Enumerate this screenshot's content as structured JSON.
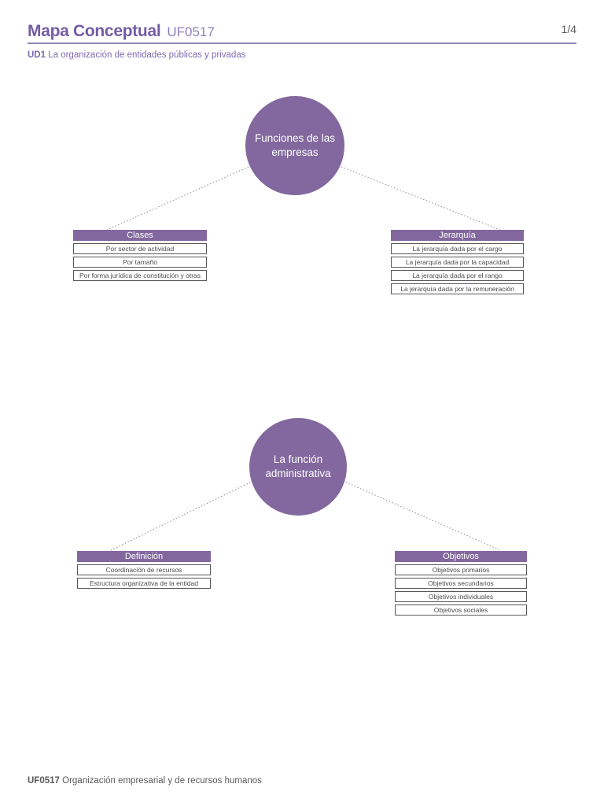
{
  "header": {
    "title": "Mapa Conceptual",
    "code": "UF0517",
    "page": "1/4"
  },
  "subtitle": {
    "prefix": "UD1",
    "text": "La organización de entidades públicas y privadas"
  },
  "diagrams": [
    {
      "circle": "Funciones de las\nempresas",
      "branches": [
        {
          "title": "Clases",
          "items": [
            "Por sector de actividad",
            "Por tamaño",
            "Por forma jurídica de constitución y otras"
          ]
        },
        {
          "title": "Jerarquía",
          "items": [
            "La jerarquía dada por el cargo",
            "La jerarquía dada por la capacidad",
            "La jerarquía dada por el rango",
            "La jerarquía dada por la remuneración"
          ]
        }
      ]
    },
    {
      "circle": "La función\nadministrativa",
      "branches": [
        {
          "title": "Definición",
          "items": [
            "Coordinación de recursos",
            "Estructura organizativa de la entidad"
          ]
        },
        {
          "title": "Objetivos",
          "items": [
            "Objetivos primarios",
            "Objetivos secundarios",
            "Objetivos individuales",
            "Objetivos sociales"
          ]
        }
      ]
    }
  ],
  "footer": {
    "code": "UF0517",
    "text": "Organización empresarial y de recursos humanos"
  },
  "colors": {
    "purple": "#82689E",
    "title_purple": "#745CA4",
    "rule_purple": "#9186BC",
    "gray_text": "#58595B"
  }
}
